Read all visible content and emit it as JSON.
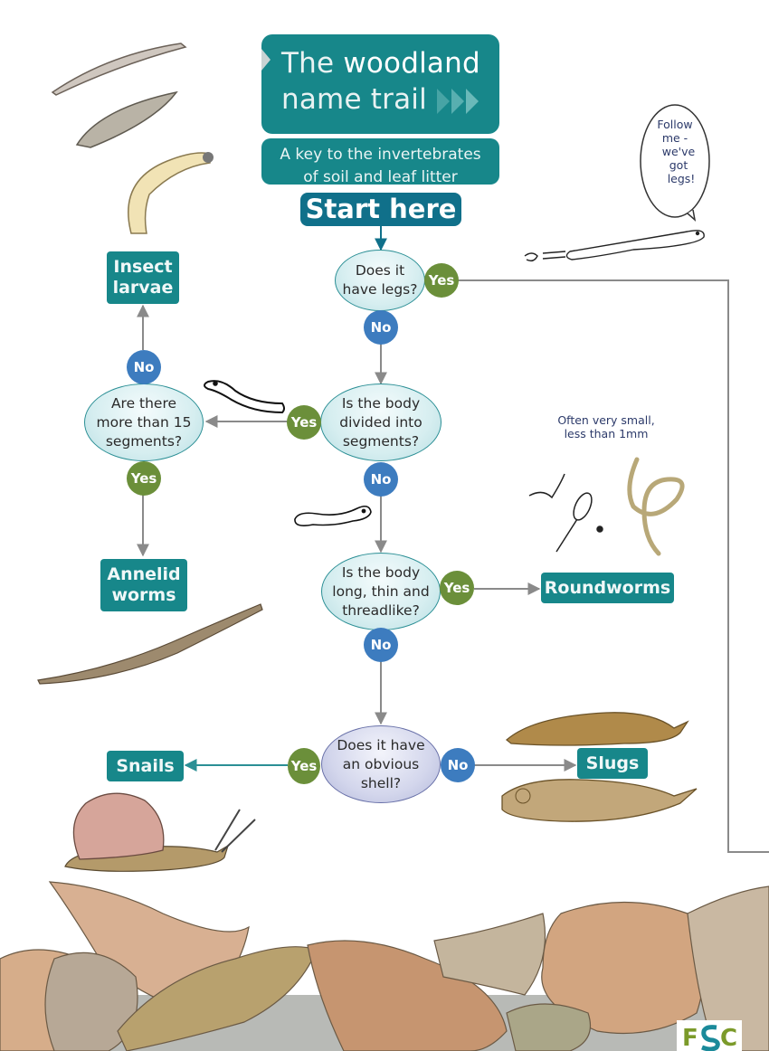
{
  "title": {
    "line1_a": "The",
    "line1_b": "woodland",
    "line2": "name trail",
    "subtitle_line1": "A key to the invertebrates",
    "subtitle_line2": "of soil and leaf litter",
    "start": "Start here"
  },
  "speech_bubble": {
    "lines": [
      "Follow",
      "me -",
      "we've",
      "got",
      "legs!"
    ]
  },
  "note": {
    "line1": "Often very small,",
    "line2": "less than 1mm"
  },
  "questions": {
    "legs": {
      "line1": "Does it",
      "line2": "have legs?"
    },
    "segments": {
      "line1": "Is the body",
      "line2": "divided into",
      "line3": "segments?"
    },
    "fifteen": {
      "line1": "Are there",
      "line2": "more than 15",
      "line3": "segments?"
    },
    "thread": {
      "line1": "Is the body",
      "line2": "long, thin and",
      "line3": "threadlike?"
    },
    "shell": {
      "line1": "Does it have",
      "line2": "an obvious",
      "line3": "shell?"
    }
  },
  "answers": {
    "yes": "Yes",
    "no": "No"
  },
  "results": {
    "insect_larvae": {
      "line1": "Insect",
      "line2": "larvae"
    },
    "annelid": {
      "line1": "Annelid",
      "line2": "worms"
    },
    "roundworms": "Roundworms",
    "snails": "Snails",
    "slugs": "Slugs"
  },
  "logo": {
    "text": "FSC"
  },
  "colors": {
    "teal": "#17878a",
    "start_blue": "#10708a",
    "yes_green": "#6b8f3a",
    "no_blue": "#3d7cbf",
    "connector_gray": "#8a8a8a"
  },
  "illustrations": [
    "insect-larvae-drawings",
    "millipede-cartoon",
    "segmented-worm-cartoon",
    "thread-worm-cartoon",
    "magnifying-glass-cartoon",
    "roundworm-drawing",
    "earthworm-drawing",
    "slug-drawings",
    "snail-drawing",
    "leaf-litter-drawing"
  ]
}
